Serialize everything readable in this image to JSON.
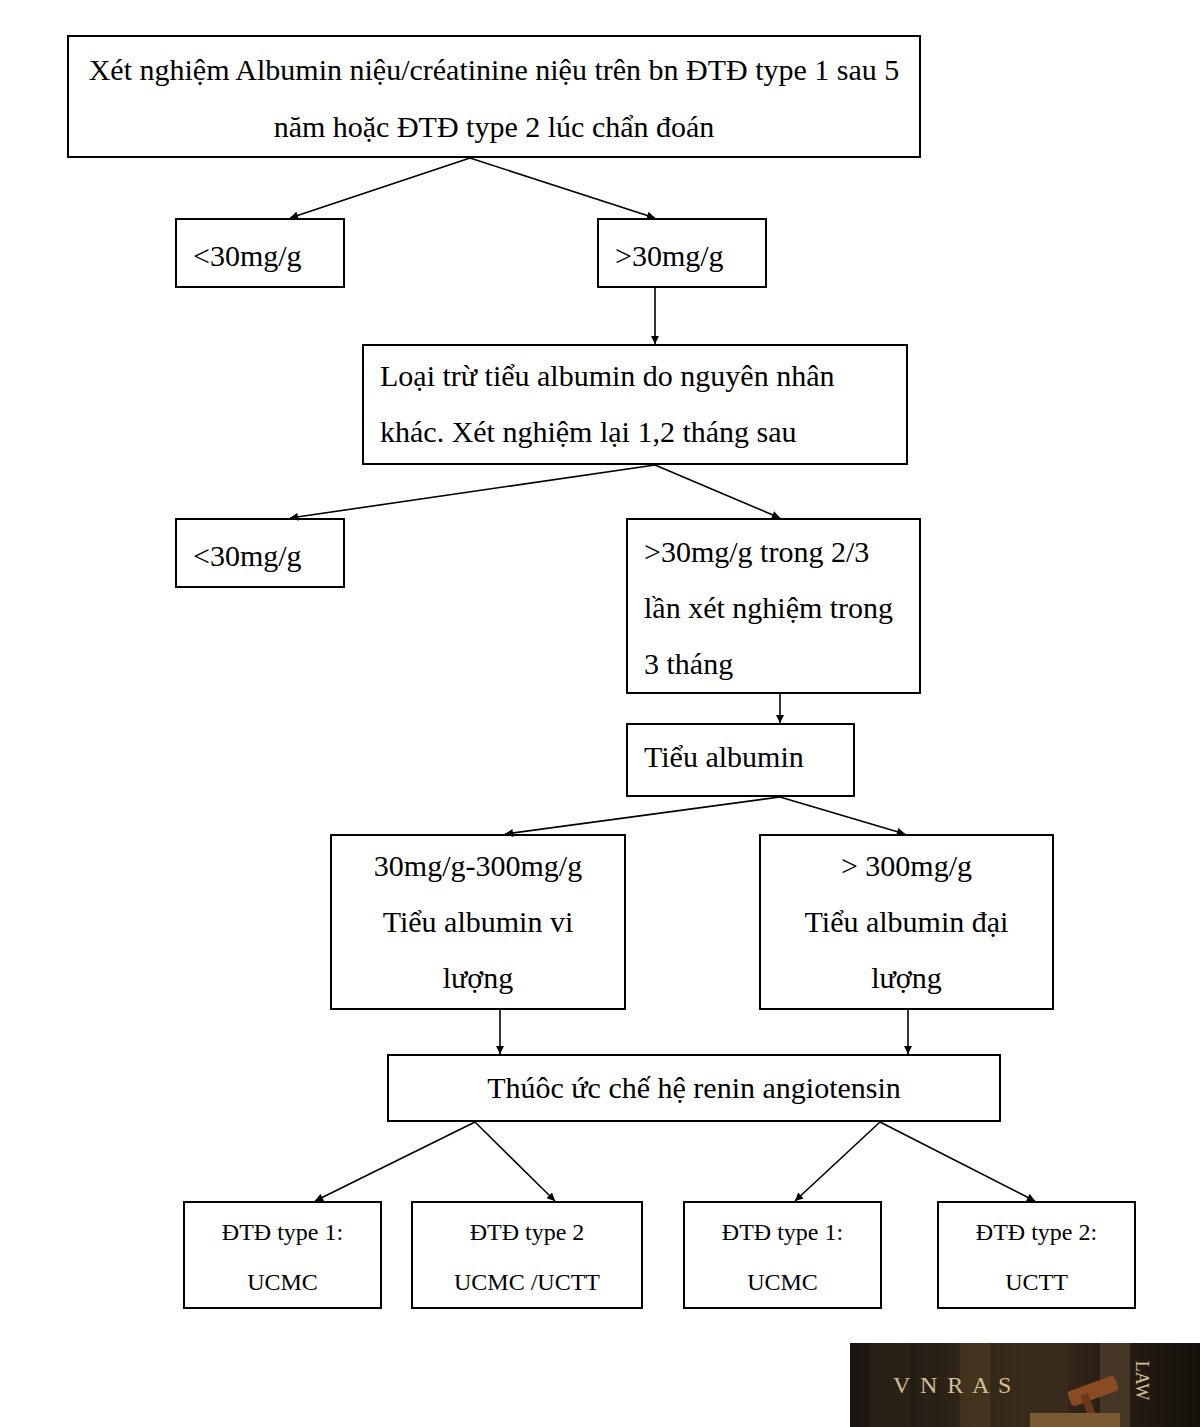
{
  "diagram": {
    "nodes": [
      {
        "text": [
          "Xét nghiệm Albumin niệu/créatinine niệu trên bn ĐTĐ type 1 sau 5 năm hoặc ĐTĐ type 2 lúc chẩn đoán"
        ]
      },
      {
        "text": [
          "<30mg/g"
        ]
      },
      {
        "text": [
          ">30mg/g"
        ]
      },
      {
        "text": [
          "Loại trừ tiểu albumin do nguyên nhân khác. Xét nghiệm lại 1,2 tháng sau"
        ]
      },
      {
        "text": [
          "<30mg/g"
        ]
      },
      {
        "text": [
          ">30mg/g trong 2/3 lần xét nghiệm trong 3 tháng"
        ]
      },
      {
        "text": [
          "Tiểu albumin"
        ]
      },
      {
        "text": [
          "30mg/g-300mg/g",
          "Tiểu albumin vi lượng"
        ]
      },
      {
        "text": [
          "> 300mg/g",
          "Tiểu albumin đại lượng"
        ]
      },
      {
        "text": [
          "Thúôc ức chế hệ renin angiotensin"
        ]
      },
      {
        "text": [
          "ĐTĐ type 1:",
          "UCMC"
        ]
      },
      {
        "text": [
          "ĐTĐ type 2",
          "UCMC /UCTT"
        ]
      },
      {
        "text": [
          "ĐTĐ type 1:",
          "UCMC"
        ]
      },
      {
        "text": [
          "ĐTĐ type 2:",
          "UCTT"
        ]
      }
    ],
    "edges": [
      {
        "from": 0,
        "to": 1,
        "arrow": "to"
      },
      {
        "from": 0,
        "to": 2,
        "arrow": "to"
      },
      {
        "from": 2,
        "to": 3,
        "arrow": "to"
      },
      {
        "from": 3,
        "to": 4,
        "arrow": "to"
      },
      {
        "from": 3,
        "to": 5,
        "arrow": "to"
      },
      {
        "from": 5,
        "to": 6,
        "arrow": "to"
      },
      {
        "from": 6,
        "to": 7,
        "arrow": "to"
      },
      {
        "from": 6,
        "to": 8,
        "arrow": "to"
      },
      {
        "from": 7,
        "to": 9,
        "arrow": "to"
      },
      {
        "from": 8,
        "to": 9,
        "arrow": "to"
      },
      {
        "from": 9,
        "to": 10,
        "arrow": "to"
      },
      {
        "from": 9,
        "to": 11,
        "arrow": "to"
      },
      {
        "from": 9,
        "to": 12,
        "arrow": "to"
      },
      {
        "from": 9,
        "to": 13,
        "arrow": "to"
      }
    ],
    "labels": [
      "V N R A S",
      "LAW"
    ]
  }
}
